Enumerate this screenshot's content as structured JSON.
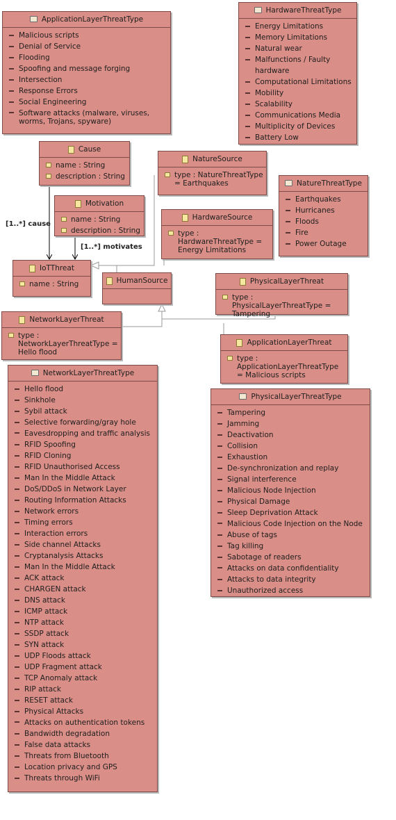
{
  "boxes": {
    "app_enum": {
      "title": "ApplicationLayerThreatType",
      "items": [
        "Malicious scripts",
        "Denial of Service",
        "Flooding",
        "Spoofing and message forging",
        "Intersection",
        "Response Errors",
        "Social Engineering",
        "Software attacks (malware, viruses, worms, Trojans, spyware)"
      ]
    },
    "hw_enum": {
      "title": "HardwareThreatType",
      "items": [
        "Energy Limitations",
        "Memory Limitations",
        "Natural wear",
        "Malfunctions / Faulty hardware",
        "Computational Limitations",
        "Mobility",
        "Scalability",
        "Communications Media",
        "Multiplicity of Devices",
        "Battery Low"
      ]
    },
    "cause": {
      "title": "Cause",
      "attrs": [
        "name : String",
        "description : String"
      ]
    },
    "nature_source": {
      "title": "NatureSource",
      "attrs": [
        "type : NatureThreatType = Earthquakes"
      ]
    },
    "nature_enum": {
      "title": "NatureThreatType",
      "items": [
        "Earthquakes",
        "Hurricanes",
        "Floods",
        "Fire",
        "Power Outage"
      ]
    },
    "motivation": {
      "title": "Motivation",
      "attrs": [
        "name : String",
        "description : String"
      ]
    },
    "hw_source": {
      "title": "HardwareSource",
      "attrs": [
        "type : HardwareThreatType = Energy Limitations"
      ]
    },
    "iot": {
      "title": "IoTThreat",
      "attrs": [
        "name : String"
      ]
    },
    "human": {
      "title": "HumanSource",
      "attrs": []
    },
    "phys_threat": {
      "title": "PhysicalLayerThreat",
      "attrs": [
        "type : PhysicalLayerThreatType = Tampering"
      ]
    },
    "net_threat": {
      "title": "NetworkLayerThreat",
      "attrs": [
        "type : NetworkLayerThreatType = Hello flood"
      ]
    },
    "app_threat": {
      "title": "ApplicationLayerThreat",
      "attrs": [
        "type : ApplicationLayerThreatType = Malicious scripts"
      ]
    },
    "net_enum": {
      "title": "NetworkLayerThreatType",
      "items": [
        "Hello flood",
        "Sinkhole",
        "Sybil attack",
        "Selective forwarding/gray hole",
        "Eavesdropping and traffic analysis",
        "RFID Spoofing",
        "RFID Cloning",
        "RFID Unauthorised Access",
        "Man In the Middle Attack",
        "DoS/DDoS in Network Layer",
        "Routing Information Attacks",
        "Network errors",
        "Timing errors",
        "Interaction errors",
        "Side channel Attacks",
        "Cryptanalysis Attacks",
        "Man In the Middle Attack",
        "ACK attack",
        "CHARGEN attack",
        "DNS attack",
        "ICMP attack",
        "NTP attack",
        "SSDP attack",
        "SYN attack",
        "UDP Floods attack",
        "UDP Fragment attack",
        "TCP Anomaly attack",
        "RIP attack",
        "RESET attack",
        "Physical Attacks",
        "Attacks on authentication tokens",
        "Bandwidth degradation",
        "False data attacks",
        "Threats from Bluetooth",
        "Location privacy and GPS",
        "Threats through WiFi"
      ]
    },
    "phys_enum": {
      "title": "PhysicalLayerThreatType",
      "items": [
        "Tampering",
        "Jamming",
        "Deactivation",
        "Collision",
        "Exhaustion",
        "De-synchronization and replay",
        "Signal interference",
        "Malicious Node Injection",
        "Physical Damage",
        "Sleep Deprivation Attack",
        "Malicious Code Injection on the Node",
        "Abuse of tags",
        "Tag killing",
        "Sabotage of readers",
        "Attacks on data confidentiality",
        "Attacks to data integrity",
        "Unauthorized access"
      ]
    }
  },
  "labels": {
    "cause": "[1..*] cause",
    "motivates": "[1..*] motivates"
  }
}
